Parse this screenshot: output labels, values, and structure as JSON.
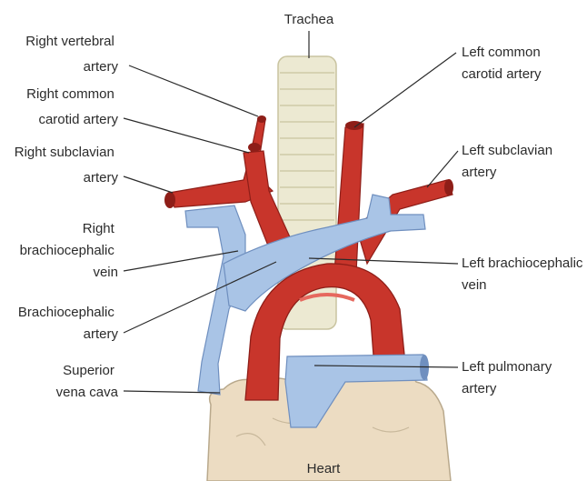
{
  "labels": {
    "trachea": "Trachea",
    "right_vertebral": [
      "Right vertebral",
      "artery"
    ],
    "right_common_carotid": [
      "Right common",
      "carotid artery"
    ],
    "right_subclavian": [
      "Right subclavian",
      "artery"
    ],
    "right_brachiocephalic_vein": [
      "Right",
      "brachiocephalic",
      "vein"
    ],
    "brachiocephalic_artery": [
      "Brachiocephalic",
      "artery"
    ],
    "superior_vena_cava": [
      "Superior",
      "vena cava"
    ],
    "left_common_carotid": [
      "Left common",
      "carotid artery"
    ],
    "left_subclavian": [
      "Left subclavian",
      "artery"
    ],
    "left_brachiocephalic_vein": [
      "Left brachiocephalic",
      "vein"
    ],
    "left_pulmonary_artery": [
      "Left pulmonary",
      "artery"
    ],
    "heart": "Heart"
  },
  "colors": {
    "artery": "#c8352b",
    "artery_dark": "#8e1e18",
    "vein": "#a9c4e6",
    "vein_dark": "#6f8fbf",
    "trachea": "#ece9d2",
    "heart": "#ecdcc2"
  }
}
